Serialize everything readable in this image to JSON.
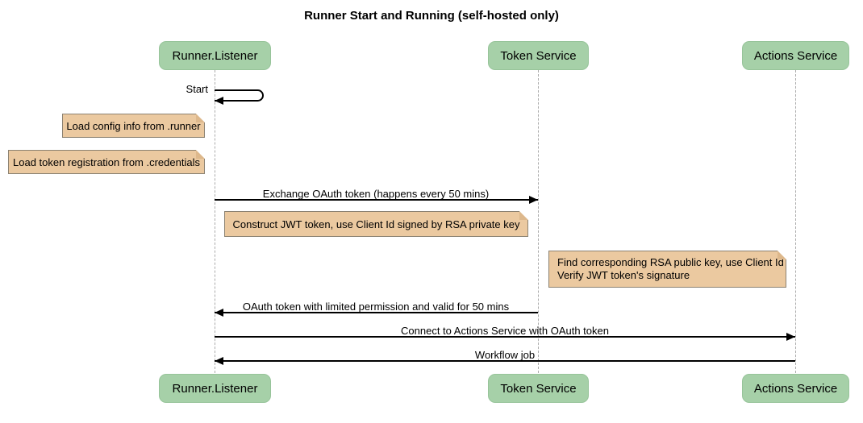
{
  "title": "Runner Start and Running (self-hosted only)",
  "participants": {
    "runner_listener": "Runner.Listener",
    "token_service": "Token Service",
    "actions_service": "Actions Service"
  },
  "messages": {
    "start": "Start",
    "exchange_oauth": "Exchange OAuth token (happens every 50 mins)",
    "oauth_return": "OAuth token with limited permission and valid for 50 mins",
    "connect_actions": "Connect to Actions Service with OAuth token",
    "workflow_job": "Workflow job"
  },
  "notes": {
    "load_config": "Load config info from .runner",
    "load_token": "Load token registration from .credentials",
    "construct_jwt": "Construct JWT token, use Client Id signed by RSA private key",
    "find_rsa_line1": "Find corresponding RSA public key, use Client Id",
    "find_rsa_line2": "Verify JWT token's signature"
  },
  "colors": {
    "participant_fill": "#A6D0A8",
    "participant_border": "#97C49A",
    "note_fill": "#EBC9A0",
    "note_border": "#8C8272",
    "note_fold": "#DDB88C",
    "lifeline": "#ABABAB",
    "arrow": "#000000",
    "text": "#000000"
  }
}
